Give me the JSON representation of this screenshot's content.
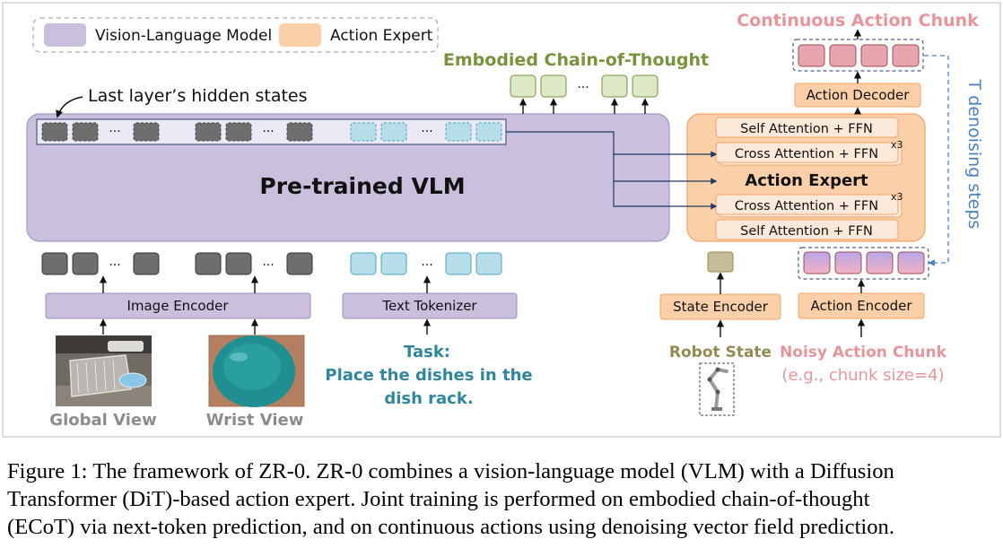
{
  "legend": {
    "vlm": "Vision-Language Model",
    "action_expert": "Action Expert"
  },
  "labels": {
    "hidden_states": "Last layer’s hidden states",
    "vlm_block": "Pre-trained VLM",
    "ecot": "Embodied Chain-of-Thought",
    "continuous_chunk": "Continuous Action Chunk",
    "action_decoder": "Action Decoder",
    "self_attn": "Self Attention + FFN",
    "cross_attn": "Cross Attention + FFN",
    "x3": "x3",
    "action_expert_title": "Action Expert",
    "denoising": "T denoising steps",
    "image_encoder": "Image Encoder",
    "text_tokenizer": "Text Tokenizer",
    "state_encoder": "State Encoder",
    "action_encoder": "Action Encoder",
    "robot_state": "Robot State",
    "noisy_chunk": "Noisy Action Chunk",
    "chunk_size": "(e.g., chunk size=4)",
    "task_1": "Task:",
    "task_2": "Place the dishes in the",
    "task_3": "dish rack.",
    "global_view": "Global View",
    "wrist_view": "Wrist View",
    "ellipsis": "···"
  },
  "colors": {
    "vlm": "#cbbfde",
    "vlm_stroke": "#9e8fbe",
    "expert": "#fbd0a8",
    "expert_stroke": "#f2a36b",
    "ecot_green": "#77933c",
    "ecot_fill": "#dce8c6",
    "pink_text": "#e6959a",
    "task_teal": "#31859c",
    "robot_olive": "#948a54",
    "denoise_blue": "#4f81bd",
    "image_token": "#6e6e6e",
    "text_token": "#b7dde8"
  },
  "caption": {
    "line1": "Figure 1: The framework of ZR-0. ZR-0 combines a vision-language model (VLM) with a Diffusion",
    "line2": "Transformer (DiT)-based action expert. Joint training is performed on embodied chain-of-thought",
    "line3": "(ECoT) via next-token prediction, and on continuous actions using denoising vector field prediction."
  }
}
